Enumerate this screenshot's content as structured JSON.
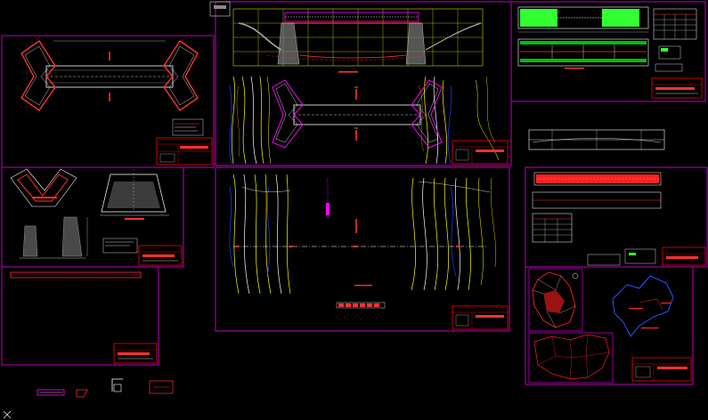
{
  "colors": {
    "background": "#000000",
    "sheet_frame": "#c000c0",
    "title_block": "#ff0000",
    "contour_yellow": "#ffff00",
    "contour_white": "#ffffff",
    "contour_blue": "#2040ff",
    "contour_orange": "#ff9900",
    "hatch_green": "#00c000",
    "highlight_green": "#33ff33",
    "river_blue": "#3050ff",
    "road_red": "#ff2020",
    "accent_magenta": "#ff00ff"
  },
  "sheets": [
    {
      "id": "plan-bridge-wings"
    },
    {
      "id": "elevation-and-site-plan"
    },
    {
      "id": "reinforcement-details"
    },
    {
      "id": "wing-wall-details"
    },
    {
      "id": "longitudinal-strip"
    },
    {
      "id": "topographic-plan"
    },
    {
      "id": "girder-elevation"
    },
    {
      "id": "deck-section"
    },
    {
      "id": "location-maps"
    }
  ],
  "icons": {
    "ucs": "ucs-axis-icon",
    "north": "north-arrow-icon"
  }
}
